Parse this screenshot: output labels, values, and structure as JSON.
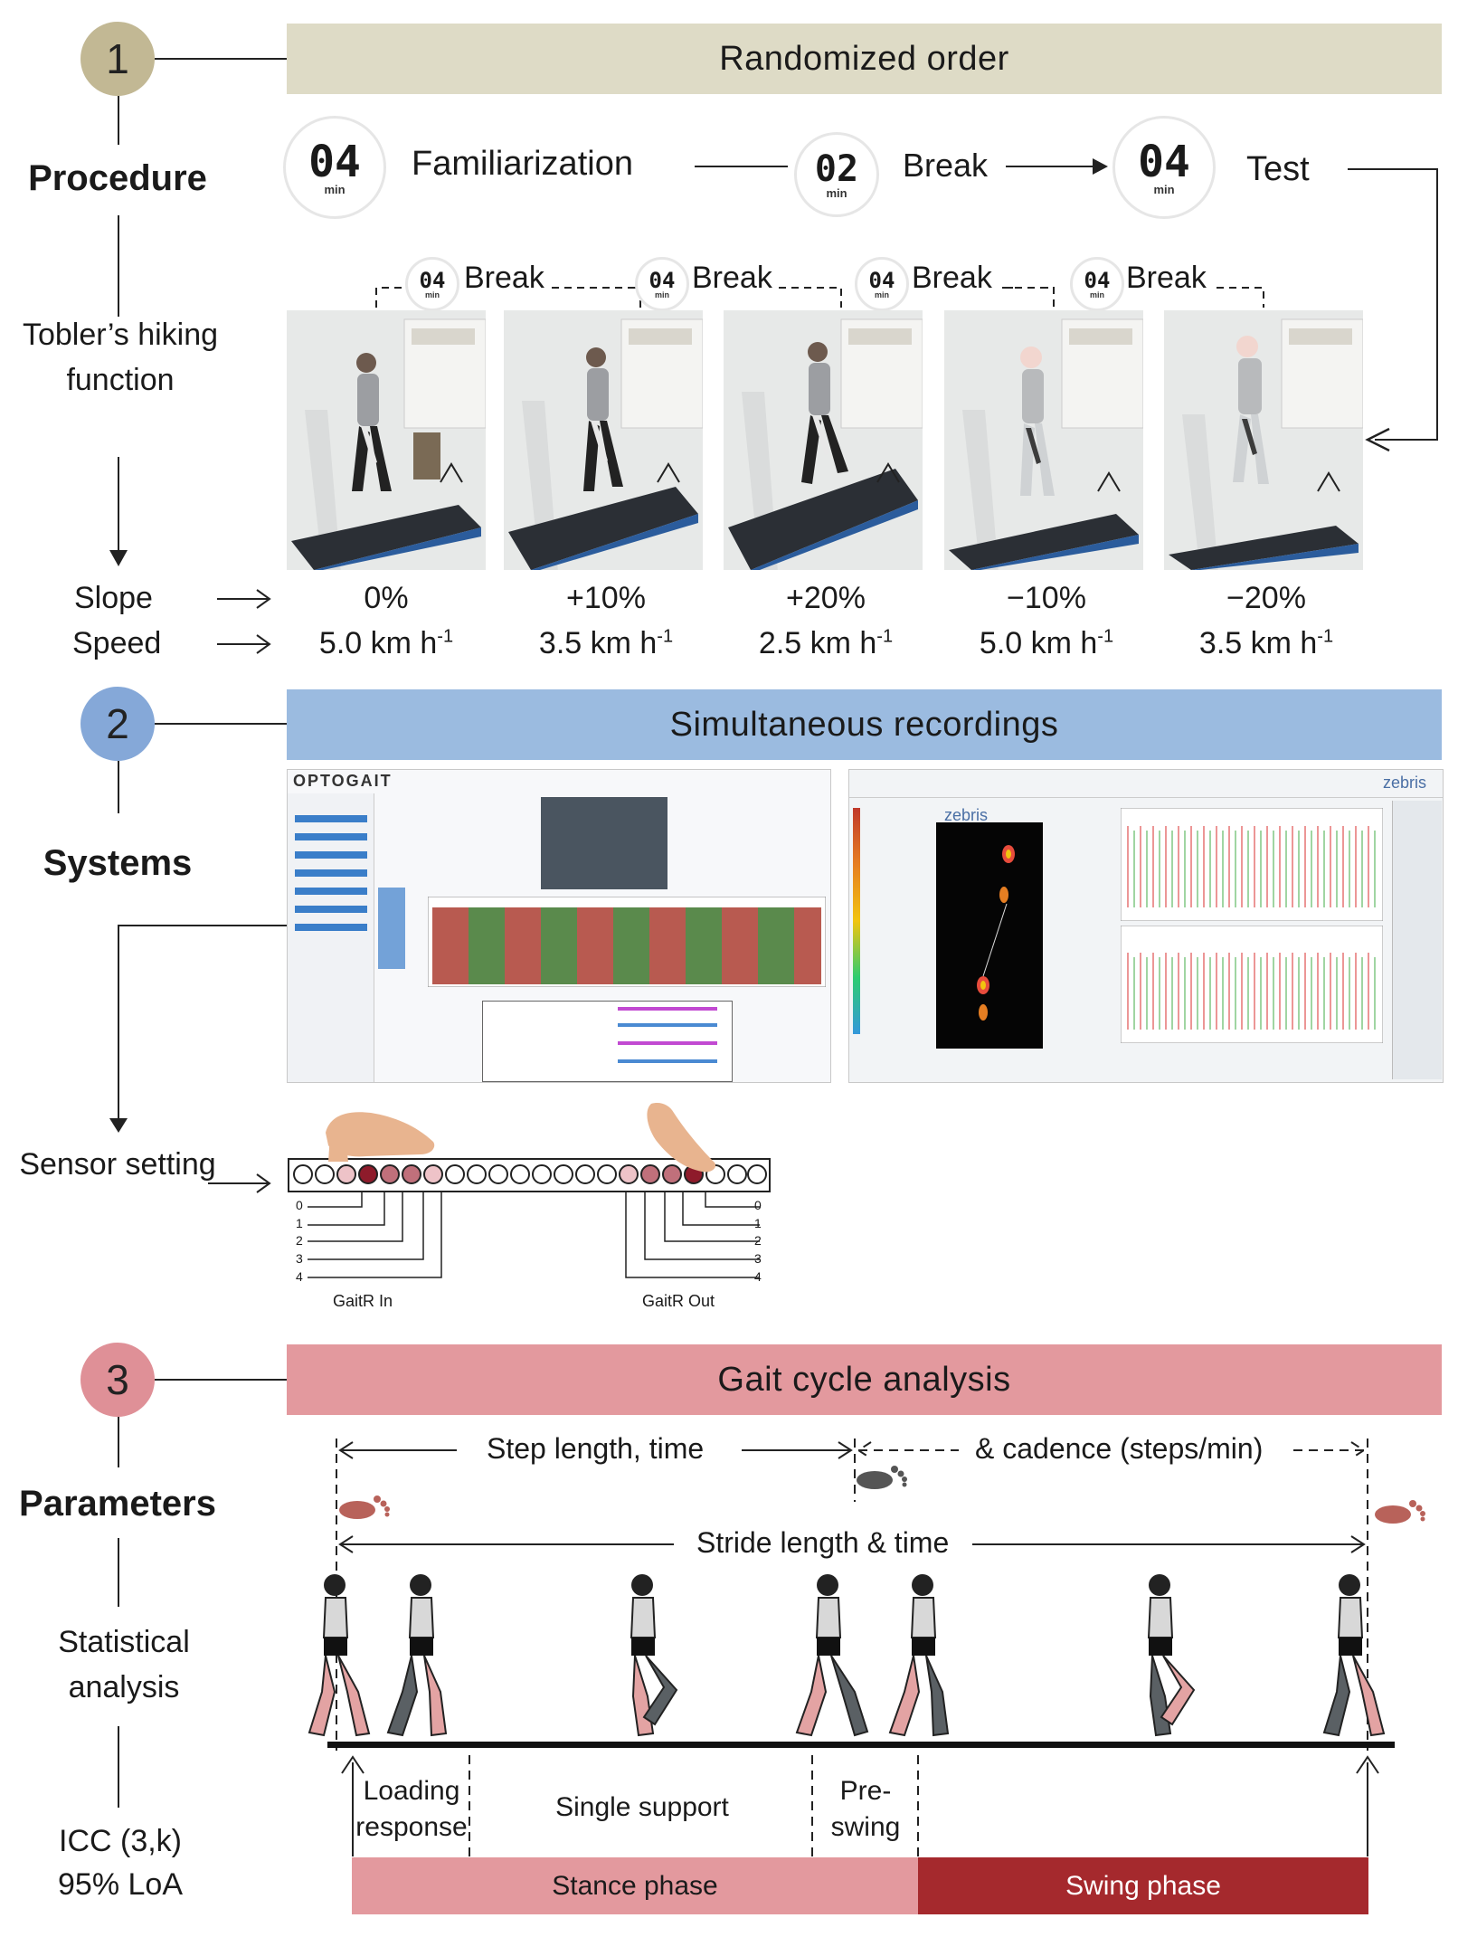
{
  "section1": {
    "number": "1",
    "band_title": "Randomized order",
    "side_title": "Procedure",
    "side_text": "Tobler’s hiking function",
    "timeline": [
      {
        "minutes": "04",
        "unit": "min",
        "label": "Familiarization"
      },
      {
        "minutes": "02",
        "unit": "min",
        "label": "Break"
      },
      {
        "minutes": "04",
        "unit": "min",
        "label": "Test"
      }
    ],
    "breaks": [
      {
        "minutes": "04",
        "unit": "min",
        "label": "Break"
      },
      {
        "minutes": "04",
        "unit": "min",
        "label": "Break"
      },
      {
        "minutes": "04",
        "unit": "min",
        "label": "Break"
      },
      {
        "minutes": "04",
        "unit": "min",
        "label": "Break"
      }
    ],
    "row_labels": {
      "slope": "Slope",
      "speed": "Speed"
    },
    "conditions": [
      {
        "slope": "0%",
        "speed": "5.0 km h",
        "exp": "-1"
      },
      {
        "slope": "+10%",
        "speed": "3.5 km h",
        "exp": "-1"
      },
      {
        "slope": "+20%",
        "speed": "2.5 km h",
        "exp": "-1"
      },
      {
        "slope": "−10%",
        "speed": "5.0 km h",
        "exp": "-1"
      },
      {
        "slope": "−20%",
        "speed": "3.5 km h",
        "exp": "-1"
      }
    ]
  },
  "section2": {
    "number": "2",
    "band_title": "Simultaneous recordings",
    "side_title": "Systems",
    "side_text": "Sensor setting",
    "optogait_logo": "OPTOGAIT",
    "zebris_logo": "zebris",
    "zebris_inner_logo": "zebris",
    "sensor_ticks_in": [
      "0",
      "1",
      "2",
      "3",
      "4"
    ],
    "sensor_ticks_out": [
      "0",
      "1",
      "2",
      "3",
      "4"
    ],
    "gaitr_in": "GaitR In",
    "gaitr_out": "GaitR Out"
  },
  "section3": {
    "number": "3",
    "band_title": "Gait cycle analysis",
    "side_title": "Parameters",
    "side_text_stats": "Statistical analysis",
    "side_text_icc": "ICC (3,k)",
    "side_text_loa": "95% LoA",
    "step_label": "Step length, time",
    "cadence_label": "& cadence (steps/min)",
    "stride_label": "Stride length & time",
    "loading_response": "Loading response",
    "single_support": "Single support",
    "pre_swing": "Pre- swing",
    "stance_phase": "Stance phase",
    "swing_phase": "Swing phase"
  },
  "colors": {
    "badge1": "#c2b894",
    "band1": "#dedbc6",
    "badge2": "#85a8d8",
    "band2": "#9bbbe0",
    "badge3": "#df9097",
    "band3": "#e3999e",
    "stance": "#e3999e",
    "swing": "#a5292d",
    "led_dark": "#8e1b2b",
    "led_mid": "#c0707b",
    "led_light": "#eec3c8"
  }
}
